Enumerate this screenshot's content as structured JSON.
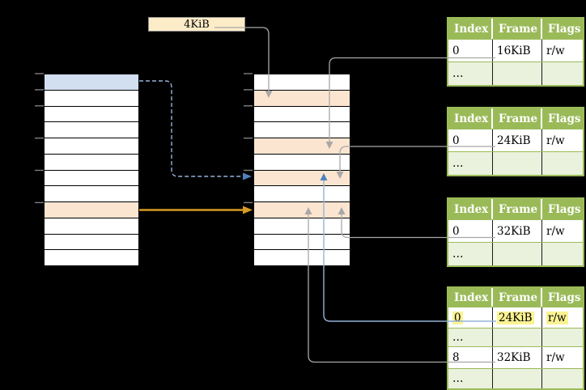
{
  "free_block_label": "4KiB",
  "colors": {
    "background": "#000000",
    "header_green": "#9aba58",
    "border_green": "#9bbb59",
    "shaded_green": "#eaf1dd",
    "cell_blue": "#d2dff0",
    "cell_orange": "#fce5d0",
    "label_cream": "#fdecc8",
    "highlight_yellow": "#fbf393",
    "arrow_gray": "#a8a8a8",
    "arrow_blue_light": "#95b3d7",
    "arrow_blue_dark": "#4f81bd",
    "arrow_gold": "#d79b20",
    "tick_gray": "#7f7f7f"
  },
  "left_column": {
    "rows": [
      "blue",
      "white",
      "white",
      "white",
      "white",
      "white",
      "white",
      "white",
      "orange",
      "white",
      "white",
      "white"
    ]
  },
  "middle_column": {
    "rows": [
      "white",
      "orange",
      "white",
      "white",
      "orange",
      "white",
      "orange",
      "white",
      "orange",
      "white",
      "white",
      "white"
    ]
  },
  "tables": [
    {
      "headers": [
        "Index",
        "Frame",
        "Flags"
      ],
      "rows": [
        {
          "cells": [
            "0",
            "16KiB",
            "r/w"
          ],
          "shaded": false,
          "highlighted": false
        },
        {
          "cells": [
            "…",
            "",
            ""
          ],
          "shaded": true,
          "highlighted": false
        }
      ]
    },
    {
      "headers": [
        "Index",
        "Frame",
        "Flags"
      ],
      "rows": [
        {
          "cells": [
            "0",
            "24KiB",
            "r/w"
          ],
          "shaded": false,
          "highlighted": false
        },
        {
          "cells": [
            "…",
            "",
            ""
          ],
          "shaded": true,
          "highlighted": false
        }
      ]
    },
    {
      "headers": [
        "Index",
        "Frame",
        "Flags"
      ],
      "rows": [
        {
          "cells": [
            "0",
            "32KiB",
            "r/w"
          ],
          "shaded": false,
          "highlighted": false
        },
        {
          "cells": [
            "…",
            "",
            ""
          ],
          "shaded": true,
          "highlighted": false
        }
      ]
    },
    {
      "headers": [
        "Index",
        "Frame",
        "Flags"
      ],
      "rows": [
        {
          "cells": [
            "0",
            "24KiB",
            "r/w"
          ],
          "shaded": false,
          "highlighted": true
        },
        {
          "cells": [
            "…",
            "",
            ""
          ],
          "shaded": true,
          "highlighted": false
        },
        {
          "cells": [
            "8",
            "32KiB",
            "r/w"
          ],
          "shaded": false,
          "highlighted": false
        },
        {
          "cells": [
            "…",
            "",
            ""
          ],
          "shaded": true,
          "highlighted": false
        }
      ]
    }
  ]
}
